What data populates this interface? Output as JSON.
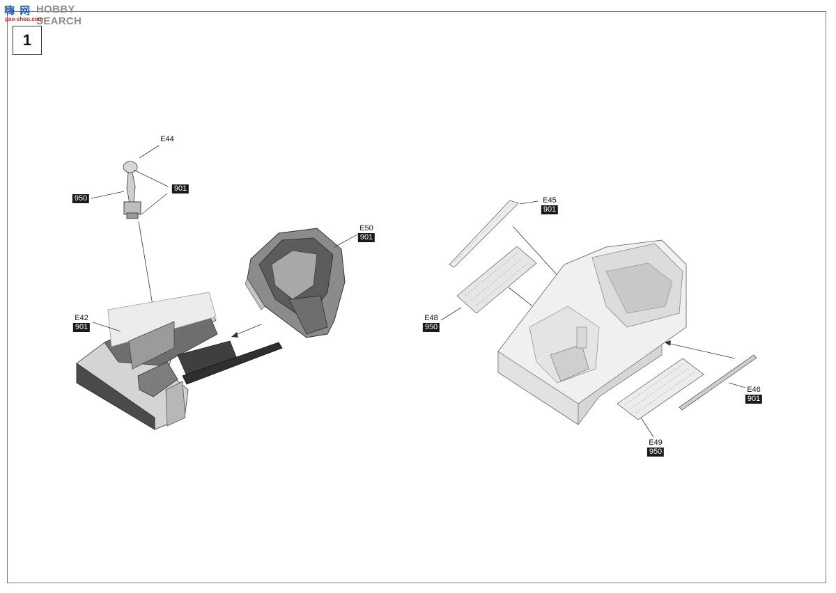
{
  "watermark": {
    "cn": "嗨 网",
    "en": "HOBBY SEARCH",
    "url": "gao-shou.com"
  },
  "step_number": "1",
  "callouts": {
    "e44": "E44",
    "e44_paint_left": "950",
    "e44_paint_right": "901",
    "e50": "E50",
    "e50_paint": "901",
    "e42": "E42",
    "e42_paint": "901",
    "e45": "E45",
    "e45_paint": "901",
    "e48": "E48",
    "e48_paint": "950",
    "e46": "E46",
    "e46_paint": "901",
    "e49": "E49",
    "e49_paint": "950"
  },
  "colors": {
    "paint_box": "#1a1a1a",
    "frame": "#7a7a7a",
    "logo_blue": "#1d5fb8",
    "logo_red": "#d42424"
  }
}
